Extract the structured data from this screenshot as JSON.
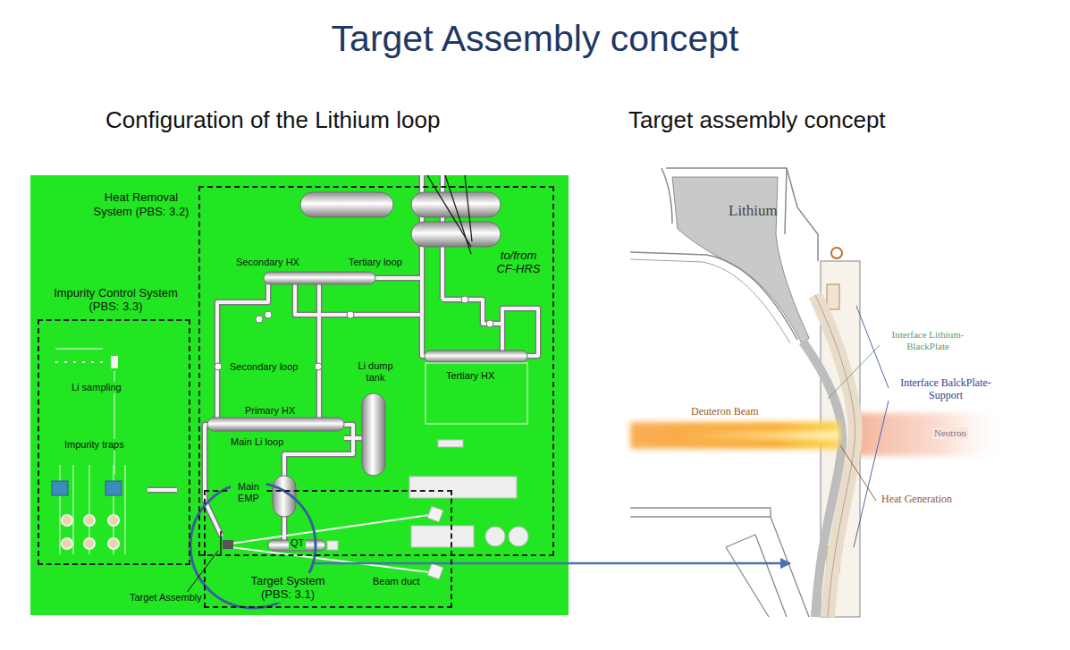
{
  "diagram": {
    "title": "Target Assembly concept",
    "nodes": [
      {
        "text": [
          "Heat Removal System (PBS: 3.2)"
        ]
      },
      {
        "text": [
          "Impurity Control System (PBS: 3.3)"
        ]
      },
      {
        "text": [
          "Target System (PBS: 3.1)"
        ]
      }
    ],
    "labels": [
      "Configuration of the Lithium loop",
      "Target assembly concept",
      "Secondary HX",
      "Tertiary loop",
      "to/from CF-HRS",
      "Secondary loop",
      "Li dump tank",
      "Tertiary HX",
      "Primary HX",
      "Main Li loop",
      "Main EMP",
      "QT",
      "Li sampling",
      "Impurity traps",
      "Beam duct",
      "Target Assembly",
      "Lithium",
      "Interface Lithium-BlackPlate",
      "Interface BalckPlate-Support",
      "Deuteron Beam",
      "Neutron",
      "Heat Generation"
    ]
  }
}
